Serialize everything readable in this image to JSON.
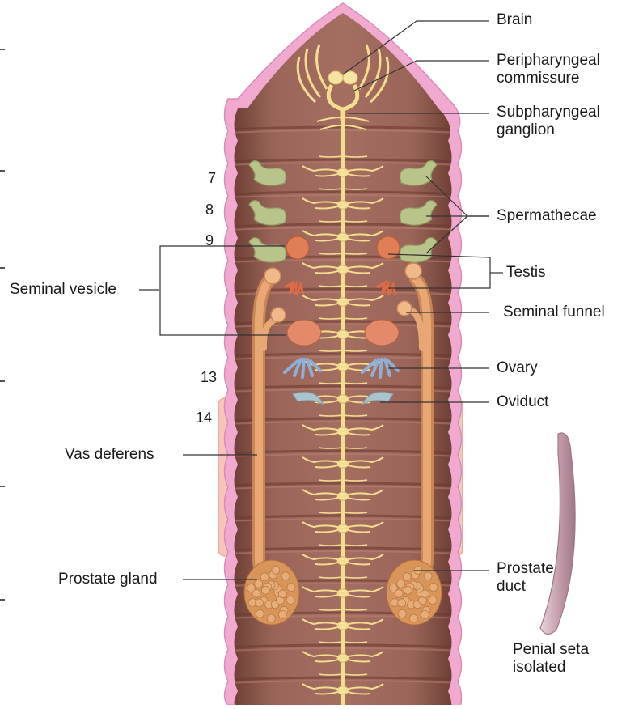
{
  "labels": {
    "brain": "Brain",
    "peripharyngeal": "Peripharyngeal\ncommissure",
    "subpharyngeal": "Subpharyngeal\nganglion",
    "spermathecae": "Spermathecae",
    "testis": "Testis",
    "seminal_funnel": "Seminal funnel",
    "ovary": "Ovary",
    "oviduct": "Oviduct",
    "prostate_duct": "Prostate\nduct",
    "penial_seta": "Penial seta\nisolated",
    "seminal_vesicle": "Seminal vesicle",
    "vas_deferens": "Vas deferens",
    "prostate_gland": "Prostate gland"
  },
  "segments": {
    "s7": "7",
    "s8": "8",
    "s9": "9",
    "s13": "13",
    "s14": "14"
  },
  "colors": {
    "body": "#8a5548",
    "body_light": "#a36f62",
    "outer_skin": "#f1a9cf",
    "nerve": "#f3dd8e",
    "spermatheca": "#b9c48a",
    "testis": "#e07f55",
    "duct": "#e1a06a",
    "ovary": "#8fb0d6",
    "oviduct": "#a9c3cf",
    "clitellum": "#f6c6bd",
    "prostate": "#d8955a",
    "seta": "#c9a7b3"
  }
}
